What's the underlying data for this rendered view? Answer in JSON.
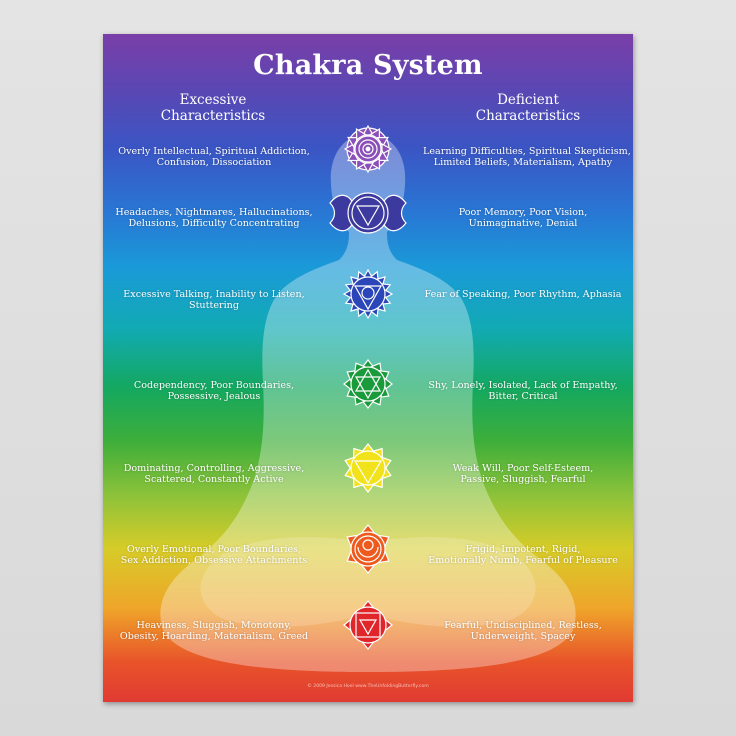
{
  "title": "Chakra System",
  "excessive_heading": [
    "Excessive",
    "Characteristics"
  ],
  "deficient_heading": [
    "Deficient",
    "Characteristics"
  ],
  "chakras": [
    {
      "name": "crown",
      "color": "#8a4fb8",
      "excessive": [
        "Overly Intellectual, Spiritual Addiction,",
        "Confusion, Dissociation"
      ],
      "deficient": [
        "Learning Difficulties, Spiritual Skepticism,",
        "Limited Beliefs, Materialism, Apathy"
      ]
    },
    {
      "name": "third-eye",
      "color": "#3c3a9e",
      "excessive": [
        "Headaches, Nightmares, Hallucinations,",
        "Delusions, Difficulty Concentrating"
      ],
      "deficient": [
        "Poor Memory, Poor Vision,",
        "Unimaginative, Denial"
      ]
    },
    {
      "name": "throat",
      "color": "#2b46b8",
      "excessive": [
        "Excessive Talking, Inability to Listen,",
        "Stuttering"
      ],
      "deficient": [
        "Fear of Speaking, Poor Rhythm, Aphasia"
      ]
    },
    {
      "name": "heart",
      "color": "#1a9a3a",
      "excessive": [
        "Codependency, Poor Boundaries,",
        "Possessive, Jealous"
      ],
      "deficient": [
        "Shy, Lonely, Isolated, Lack of Empathy,",
        "Bitter, Critical"
      ]
    },
    {
      "name": "solar-plexus",
      "color": "#f2e21a",
      "excessive": [
        "Dominating, Controlling, Aggressive,",
        "Scattered, Constantly Active"
      ],
      "deficient": [
        "Weak Will, Poor Self-Esteem,",
        "Passive, Sluggish, Fearful"
      ]
    },
    {
      "name": "sacral",
      "color": "#ee5a1e",
      "excessive": [
        "Overly Emotional, Poor Boundaries,",
        "Sex Addiction, Obsessive Attachments"
      ],
      "deficient": [
        "Frigid, Impotent, Rigid,",
        "Emotionally Numb, Fearful of Pleasure"
      ]
    },
    {
      "name": "root",
      "color": "#e0262a",
      "excessive": [
        "Heaviness, Sluggish, Monotony,",
        "Obesity, Hoarding, Materialism, Greed"
      ],
      "deficient": [
        "Fearful, Undisciplined, Restless,",
        "Underweight, Spacey"
      ]
    }
  ],
  "credit": "© 2009 Jessica Hoel  www.TheUnfoldingButterfly.com"
}
